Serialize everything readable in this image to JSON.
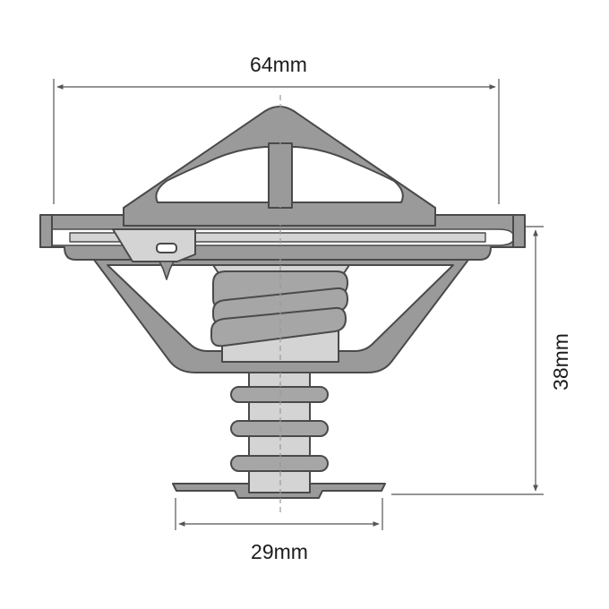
{
  "dimensions": {
    "top_width": "64mm",
    "bottom_width": "29mm",
    "height": "38mm"
  },
  "colors": {
    "outline": "#4a4a4a",
    "body_fill": "#9a9a9a",
    "light_fill": "#d4d4d4",
    "spring_fill": "#a6a6a6",
    "dim_line": "#555555",
    "centerline": "#9a9a9a"
  }
}
